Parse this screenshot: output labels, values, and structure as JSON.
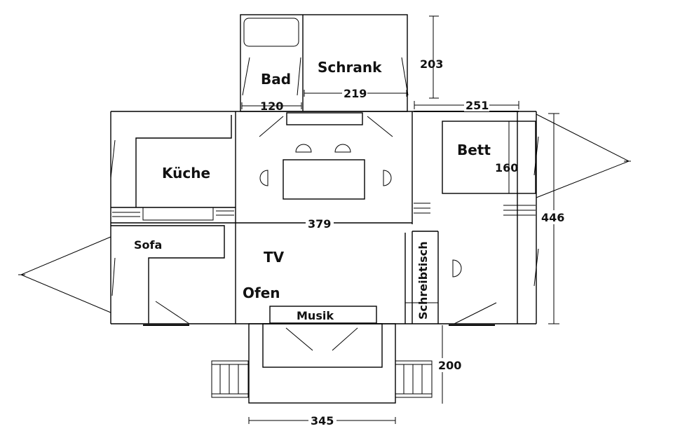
{
  "rooms": {
    "bad": "Bad",
    "schrank": "Schrank",
    "kueche": "Küche",
    "bett": "Bett",
    "sofa": "Sofa",
    "tv": "TV",
    "ofen": "Ofen",
    "musik": "Musik",
    "schreibtisch": "Schreibtisch"
  },
  "dimensions": {
    "d120": "120",
    "d219": "219",
    "d203": "203",
    "d251": "251",
    "d160": "160",
    "d379": "379",
    "d446": "446",
    "d200": "200",
    "d345": "345"
  }
}
